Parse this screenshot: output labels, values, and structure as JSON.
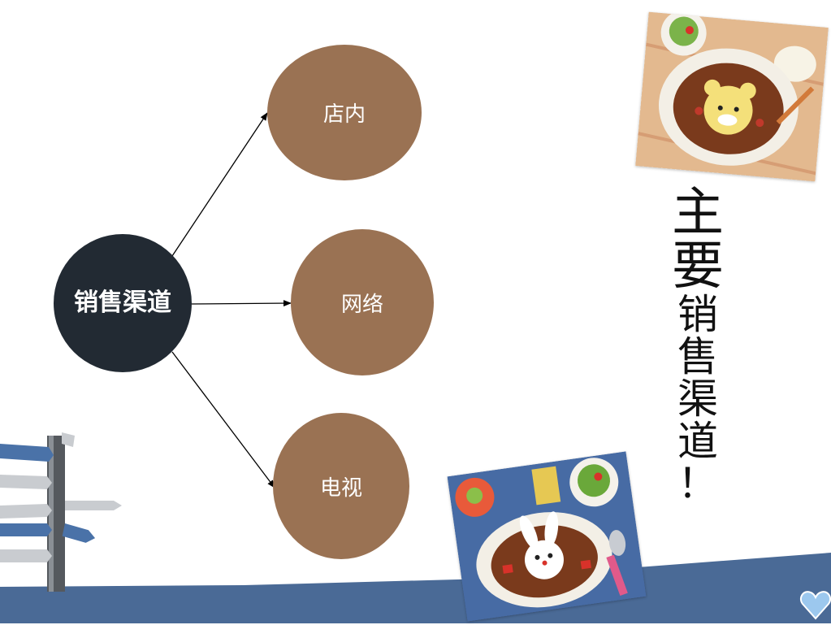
{
  "diagram": {
    "hub_label": "销售渠道",
    "channels": [
      "店内",
      "网络",
      "电视"
    ]
  },
  "side_title": {
    "chars_large": [
      "主",
      "要"
    ],
    "chars_small": [
      "销",
      "售",
      "渠",
      "道",
      "！"
    ]
  },
  "colors": {
    "hub": "#222a33",
    "channel": "#9a7253",
    "band": "#4a6a96",
    "heart": "#9cc8ee"
  },
  "icons": {
    "signpost": "signpost-icon",
    "heart": "heart-icon"
  }
}
